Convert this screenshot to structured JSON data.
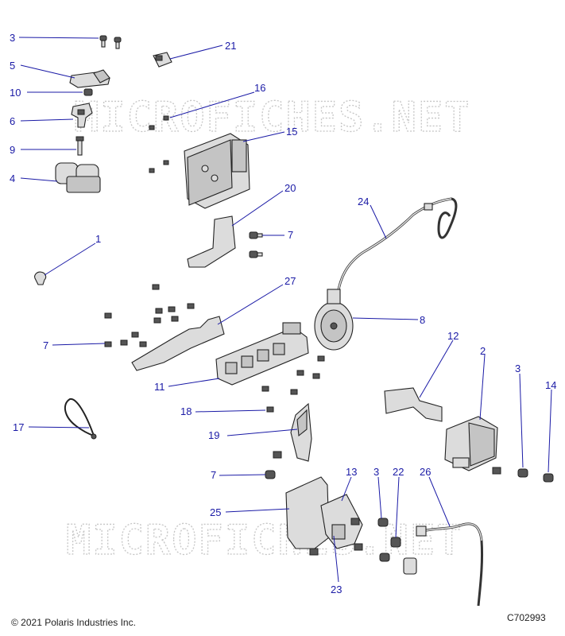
{
  "diagram": {
    "watermark": "MICROFICHES.NET",
    "copyright": "© 2021 Polaris Industries Inc.",
    "figure_code": "C702993",
    "callouts": [
      "3",
      "5",
      "10",
      "6",
      "9",
      "4",
      "1",
      "21",
      "16",
      "15",
      "20",
      "7",
      "24",
      "27",
      "8",
      "7",
      "11",
      "12",
      "2",
      "3",
      "14",
      "18",
      "19",
      "17",
      "7",
      "25",
      "13",
      "3",
      "22",
      "26",
      "23"
    ]
  }
}
